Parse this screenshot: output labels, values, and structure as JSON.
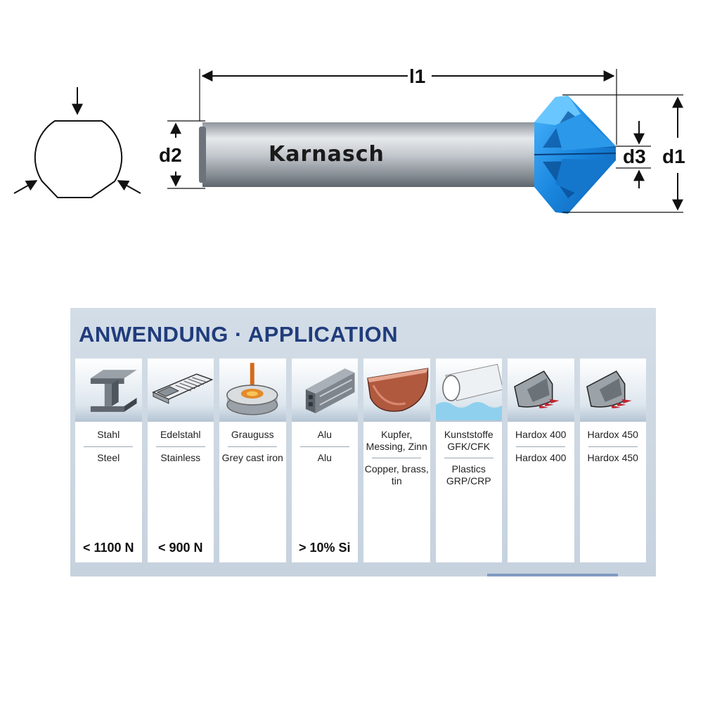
{
  "drawing": {
    "brand": "Karnasch",
    "dims": {
      "l1": "l1",
      "d1": "d1",
      "d2": "d2",
      "d3": "d3"
    }
  },
  "application": {
    "title": "ANWENDUNG · APPLICATION",
    "materials": [
      {
        "icon": "steel-beam-icon",
        "de": "Stahl",
        "en": "Steel",
        "limit": "< 1100 N"
      },
      {
        "icon": "stainless-sink-icon",
        "de": "Edelstahl",
        "en": "Stainless",
        "limit": "< 900 N"
      },
      {
        "icon": "cast-iron-icon",
        "de": "Grauguss",
        "en": "Grey cast iron",
        "limit": ""
      },
      {
        "icon": "aluminium-profile-icon",
        "de": "Alu",
        "en": "Alu",
        "limit": "> 10% Si"
      },
      {
        "icon": "copper-gutter-icon",
        "de": "Kupfer, Messing, Zinn",
        "en": "Copper, brass, tin",
        "limit": ""
      },
      {
        "icon": "plastic-pipe-icon",
        "de": "Kunststoffe GFK/CFK",
        "en": "Plastics GRP/CRP",
        "limit": ""
      },
      {
        "icon": "excavator-bucket-icon",
        "de": "Hardox 400",
        "en": "Hardox 400",
        "limit": ""
      },
      {
        "icon": "excavator-bucket-icon",
        "de": "Hardox 450",
        "en": "Hardox 450",
        "limit": ""
      }
    ]
  },
  "colors": {
    "title": "#203c7c",
    "coating": "#1e8fe0",
    "panel": "#cdd7e1"
  }
}
